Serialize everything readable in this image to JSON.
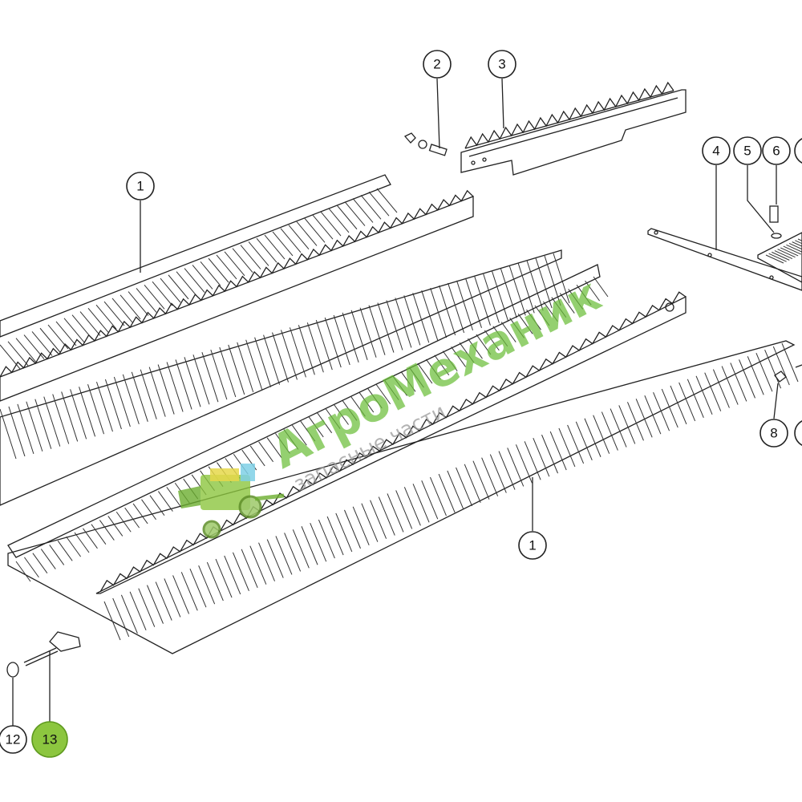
{
  "callouts": [
    {
      "id": "callout-1-left",
      "label": "1"
    },
    {
      "id": "callout-1-right",
      "label": "1"
    },
    {
      "id": "callout-2",
      "label": "2"
    },
    {
      "id": "callout-3",
      "label": "3"
    },
    {
      "id": "callout-4",
      "label": "4"
    },
    {
      "id": "callout-5",
      "label": "5"
    },
    {
      "id": "callout-6",
      "label": "6"
    },
    {
      "id": "callout-7",
      "label": ""
    },
    {
      "id": "callout-8",
      "label": "8"
    },
    {
      "id": "callout-9",
      "label": ""
    },
    {
      "id": "callout-12",
      "label": "12"
    },
    {
      "id": "callout-13",
      "label": "13",
      "highlighted": true
    }
  ],
  "watermark": {
    "title": "АгроМеханик",
    "subtitle": "запасные части",
    "title_color": "#6cbf3a",
    "logo": "combine-harvester-icon"
  },
  "colors": {
    "line": "#222222",
    "highlight": "#8cc63f"
  }
}
